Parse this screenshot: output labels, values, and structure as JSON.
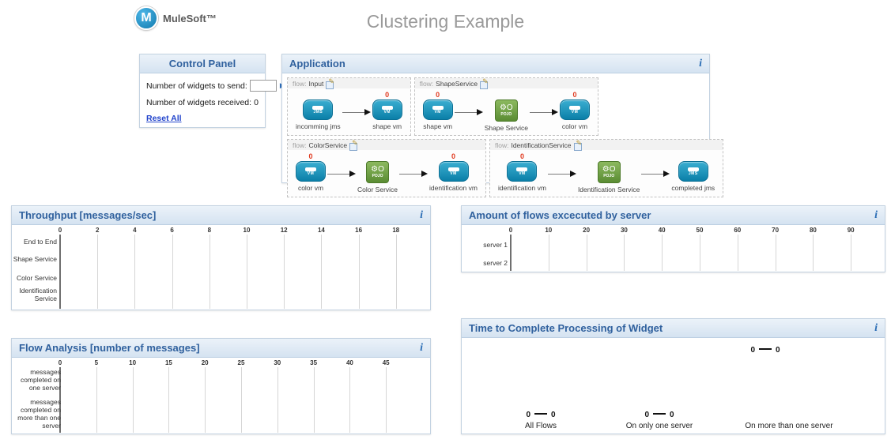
{
  "header": {
    "brand": "MuleSoft™",
    "title": "Clustering Example"
  },
  "icons": {
    "info": "i",
    "play": "▶",
    "edit": "edit-pencil",
    "gear": "⚙",
    "logo_m": "M"
  },
  "control_panel": {
    "title": "Control Panel",
    "send_label": "Number of widgets to send:",
    "send_value": "",
    "received_label": "Number of widgets received:",
    "received_value": "0",
    "reset_label": "Reset All"
  },
  "application": {
    "title": "Application",
    "flow_prefix": "flow:",
    "flows": [
      {
        "name": "Input",
        "nodes": [
          {
            "type": "jms",
            "tag": "JMS",
            "label": "incomming jms",
            "counter": null
          },
          {
            "type": "vm",
            "tag": "VM",
            "label": "shape vm",
            "counter": "0"
          }
        ]
      },
      {
        "name": "ShapeService",
        "nodes": [
          {
            "type": "vm",
            "tag": "VM",
            "label": "shape vm",
            "counter": "0"
          },
          {
            "type": "pojo",
            "tag": "POJO",
            "label": "Shape Service",
            "counter": null
          },
          {
            "type": "vm",
            "tag": "VM",
            "label": "color vm",
            "counter": "0"
          }
        ]
      },
      {
        "name": "ColorService",
        "nodes": [
          {
            "type": "vm",
            "tag": "VM",
            "label": "color vm",
            "counter": "0"
          },
          {
            "type": "pojo",
            "tag": "POJO",
            "label": "Color Service",
            "counter": null
          },
          {
            "type": "vm",
            "tag": "VM",
            "label": "identification vm",
            "counter": "0"
          }
        ]
      },
      {
        "name": "IdentificationService",
        "nodes": [
          {
            "type": "vm",
            "tag": "VM",
            "label": "identification vm",
            "counter": "0"
          },
          {
            "type": "pojo",
            "tag": "POJO",
            "label": "Identification Service",
            "counter": null
          },
          {
            "type": "jms",
            "tag": "JMS",
            "label": "completed jms",
            "counter": null
          }
        ]
      }
    ]
  },
  "chart_data": [
    {
      "type": "bar",
      "orientation": "horizontal",
      "title": "Throughput [messages/sec]",
      "categories": [
        "End to End",
        "Shape Service",
        "Color Service",
        "Identification\nService"
      ],
      "values": [
        0,
        0,
        0,
        0
      ],
      "ticks": [
        0,
        2,
        4,
        6,
        8,
        10,
        12,
        14,
        16,
        18
      ],
      "xlim": [
        0,
        19
      ],
      "grid": true,
      "legend": false
    },
    {
      "type": "bar",
      "orientation": "horizontal",
      "title": "Amount of flows excecuted by server",
      "categories": [
        "server 1",
        "server 2"
      ],
      "values": [
        0,
        0
      ],
      "ticks": [
        0,
        10,
        20,
        30,
        40,
        50,
        60,
        70,
        80,
        90
      ],
      "xlim": [
        0,
        95
      ],
      "grid": true,
      "legend": false
    },
    {
      "type": "bar",
      "orientation": "horizontal",
      "title": "Flow Analysis [number of messages]",
      "categories": [
        "messages\ncompleted on\none server",
        "messages\ncompleted on\nmore than one\nserver"
      ],
      "values": [
        0,
        0
      ],
      "ticks": [
        0,
        5,
        10,
        15,
        20,
        25,
        30,
        35,
        40,
        45
      ],
      "xlim": [
        0,
        47
      ],
      "grid": true,
      "legend": false
    },
    {
      "type": "stats",
      "title": "Time to Complete Processing of Widget",
      "groups": [
        {
          "label": "All Flows",
          "min": "0",
          "max": "0"
        },
        {
          "label": "On only one server",
          "min": "0",
          "max": "0"
        },
        {
          "label": "On more than one server",
          "min": "0",
          "max": "0"
        }
      ]
    }
  ]
}
